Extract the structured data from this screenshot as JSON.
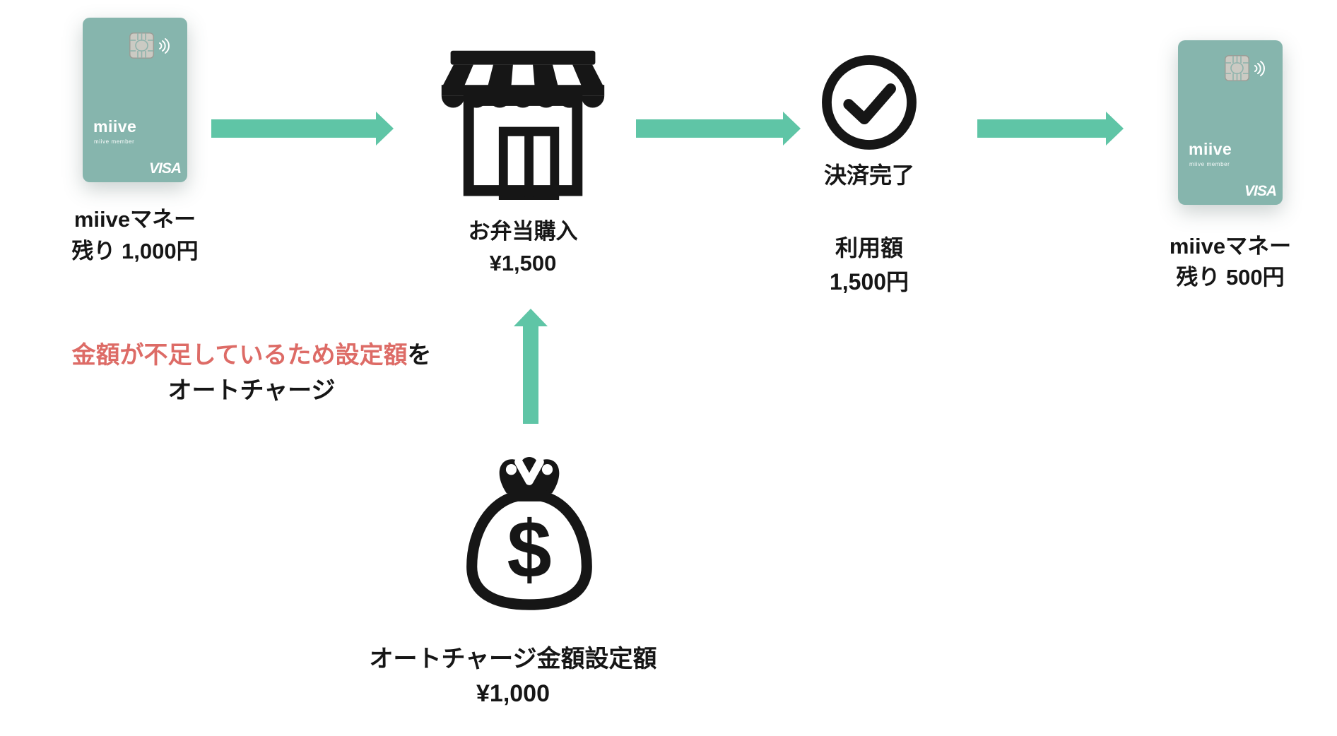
{
  "palette": {
    "arrow_teal": "#5fc5a6",
    "card_teal": "#86b5ad",
    "chip_gray": "#cbcac3",
    "alert_red": "#dd6b66",
    "ink": "#161616",
    "card_text": "#ffffff"
  },
  "cards": {
    "before": {
      "brand": "miive",
      "member_line": "miive member",
      "network": "VISA",
      "label_line1": "miiveマネー",
      "label_line2": "残り 1,000円"
    },
    "after": {
      "brand": "miive",
      "member_line": "miive member",
      "network": "VISA",
      "label_line1": "miiveマネー",
      "label_line2": "残り 500円"
    }
  },
  "purchase": {
    "label_line1": "お弁当購入",
    "label_line2": "¥1,500"
  },
  "payment": {
    "status": "決済完了",
    "amount_label": "利用額",
    "amount_value": "1,500円"
  },
  "autocharge": {
    "note_highlight": "金額が不足しているため設定額",
    "note_suffix": "を",
    "note_line2": "オートチャージ",
    "bag_symbol": "$",
    "setting_label": "オートチャージ金額設定額",
    "setting_value": "¥1,000"
  }
}
